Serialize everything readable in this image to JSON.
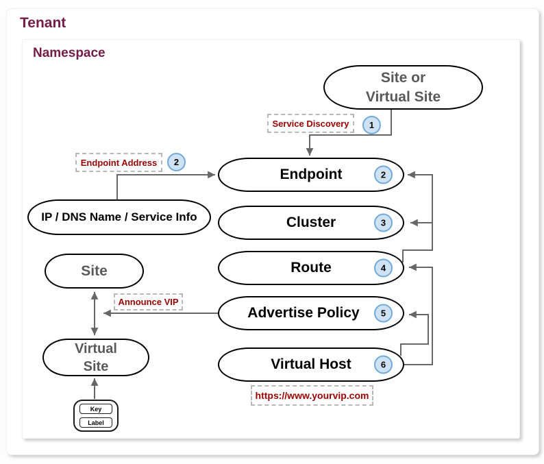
{
  "colors": {
    "section_title": "#741b47",
    "annotation_text": "#990000",
    "badge_fill": "#cfe2f3",
    "badge_border": "#6fa8dc",
    "node_border": "#000000",
    "muted_node_text": "#595959",
    "connector": "#666666"
  },
  "tenant_label": "Tenant",
  "namespace_label": "Namespace",
  "nodes": {
    "site_or_virtual_site": {
      "line1": "Site or",
      "line2": "Virtual Site"
    },
    "endpoint": {
      "label": "Endpoint",
      "number": "2"
    },
    "cluster": {
      "label": "Cluster",
      "number": "3"
    },
    "route": {
      "label": "Route",
      "number": "4"
    },
    "advertise_policy": {
      "label": "Advertise Policy",
      "number": "5"
    },
    "virtual_host": {
      "label": "Virtual Host",
      "number": "6"
    },
    "ip_dns_service_info": {
      "label": "IP / DNS Name / Service Info"
    },
    "site": {
      "label": "Site"
    },
    "virtual_site": {
      "line1": "Virtual",
      "line2": "Site"
    }
  },
  "annotations": {
    "service_discovery": {
      "label": "Service Discovery",
      "number": "1"
    },
    "endpoint_address": {
      "label": "Endpoint Address",
      "number": "2"
    },
    "announce_vip": {
      "label": "Announce VIP"
    },
    "vip_url": {
      "label": "https://www.yourvip.com"
    }
  },
  "legend": {
    "key": "Key",
    "label": "Label"
  }
}
